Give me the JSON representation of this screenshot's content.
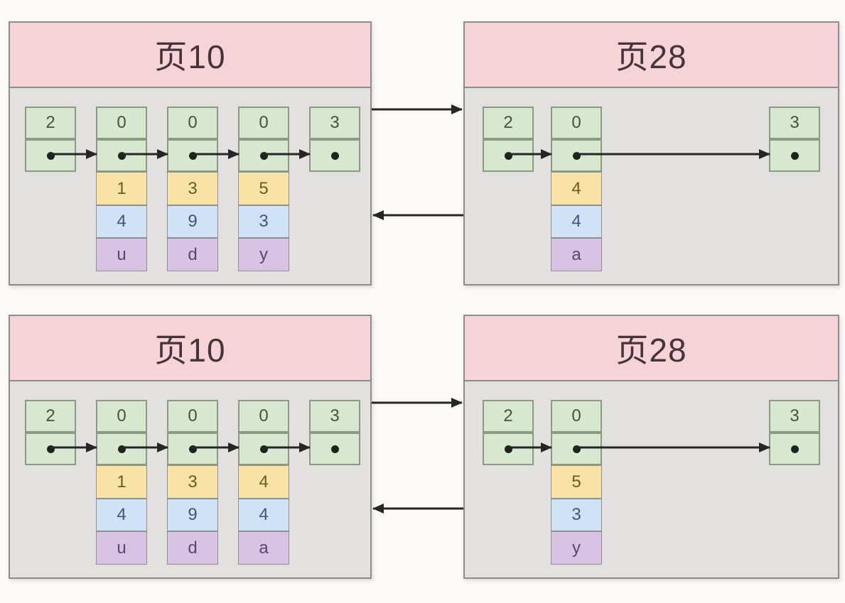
{
  "diagram_title": "InnoDB page record linked-list diagram",
  "colors": {
    "background": "#fbfaf9",
    "page_header_bg": "#f5d3d7",
    "page_header_text": "#46343b",
    "page_body_bg": "#e2e1df",
    "page_border": "#8d8d8d",
    "cell_green": "#d8e7cf",
    "cell_green_border": "#8a9a83",
    "cell_yellow": "#f9e2a6",
    "cell_blue": "#d0e2f6",
    "cell_purple": "#d8c3e5",
    "cell_border_gray": "#8f8f8f",
    "text_green": "#47523f",
    "text_yellow": "#6a5a28",
    "text_blue": "#41547a",
    "text_purple": "#564a66",
    "dot": "#1d241c",
    "arrow": "#262626"
  },
  "rows": [
    {
      "forward_arrow": true,
      "backward_arrow": true,
      "pages": [
        {
          "title": "页10",
          "columns": [
            {
              "cells": [
                {
                  "kind": "green",
                  "text": "2"
                },
                {
                  "kind": "pointer",
                  "text": ""
                }
              ]
            },
            {
              "cells": [
                {
                  "kind": "green",
                  "text": "0"
                },
                {
                  "kind": "pointer",
                  "text": ""
                },
                {
                  "kind": "yellow",
                  "text": "1"
                },
                {
                  "kind": "blue",
                  "text": "4"
                },
                {
                  "kind": "purple",
                  "text": "u"
                }
              ]
            },
            {
              "cells": [
                {
                  "kind": "green",
                  "text": "0"
                },
                {
                  "kind": "pointer",
                  "text": ""
                },
                {
                  "kind": "yellow",
                  "text": "3"
                },
                {
                  "kind": "blue",
                  "text": "9"
                },
                {
                  "kind": "purple",
                  "text": "d"
                }
              ]
            },
            {
              "cells": [
                {
                  "kind": "green",
                  "text": "0"
                },
                {
                  "kind": "pointer",
                  "text": ""
                },
                {
                  "kind": "yellow",
                  "text": "5"
                },
                {
                  "kind": "blue",
                  "text": "3"
                },
                {
                  "kind": "purple",
                  "text": "y"
                }
              ]
            },
            {
              "cells": [
                {
                  "kind": "green",
                  "text": "3"
                },
                {
                  "kind": "pointer",
                  "text": ""
                }
              ]
            }
          ]
        },
        {
          "title": "页28",
          "columns": [
            {
              "cells": [
                {
                  "kind": "green",
                  "text": "2"
                },
                {
                  "kind": "pointer",
                  "text": ""
                }
              ]
            },
            {
              "cells": [
                {
                  "kind": "green",
                  "text": "0"
                },
                {
                  "kind": "pointer",
                  "text": ""
                },
                {
                  "kind": "yellow",
                  "text": "4"
                },
                {
                  "kind": "blue",
                  "text": "4"
                },
                {
                  "kind": "purple",
                  "text": "a"
                }
              ]
            },
            {
              "cells": [
                {
                  "kind": "green",
                  "text": "3"
                },
                {
                  "kind": "pointer",
                  "text": ""
                }
              ]
            }
          ]
        }
      ]
    },
    {
      "forward_arrow": true,
      "backward_arrow": true,
      "pages": [
        {
          "title": "页10",
          "columns": [
            {
              "cells": [
                {
                  "kind": "green",
                  "text": "2"
                },
                {
                  "kind": "pointer",
                  "text": ""
                }
              ]
            },
            {
              "cells": [
                {
                  "kind": "green",
                  "text": "0"
                },
                {
                  "kind": "pointer",
                  "text": ""
                },
                {
                  "kind": "yellow",
                  "text": "1"
                },
                {
                  "kind": "blue",
                  "text": "4"
                },
                {
                  "kind": "purple",
                  "text": "u"
                }
              ]
            },
            {
              "cells": [
                {
                  "kind": "green",
                  "text": "0"
                },
                {
                  "kind": "pointer",
                  "text": ""
                },
                {
                  "kind": "yellow",
                  "text": "3"
                },
                {
                  "kind": "blue",
                  "text": "9"
                },
                {
                  "kind": "purple",
                  "text": "d"
                }
              ]
            },
            {
              "cells": [
                {
                  "kind": "green",
                  "text": "0"
                },
                {
                  "kind": "pointer",
                  "text": ""
                },
                {
                  "kind": "yellow",
                  "text": "4"
                },
                {
                  "kind": "blue",
                  "text": "4"
                },
                {
                  "kind": "purple",
                  "text": "a"
                }
              ]
            },
            {
              "cells": [
                {
                  "kind": "green",
                  "text": "3"
                },
                {
                  "kind": "pointer",
                  "text": ""
                }
              ]
            }
          ]
        },
        {
          "title": "页28",
          "columns": [
            {
              "cells": [
                {
                  "kind": "green",
                  "text": "2"
                },
                {
                  "kind": "pointer",
                  "text": ""
                }
              ]
            },
            {
              "cells": [
                {
                  "kind": "green",
                  "text": "0"
                },
                {
                  "kind": "pointer",
                  "text": ""
                },
                {
                  "kind": "yellow",
                  "text": "5"
                },
                {
                  "kind": "blue",
                  "text": "3"
                },
                {
                  "kind": "purple",
                  "text": "y"
                }
              ]
            },
            {
              "cells": [
                {
                  "kind": "green",
                  "text": "3"
                },
                {
                  "kind": "pointer",
                  "text": ""
                }
              ]
            }
          ]
        }
      ]
    }
  ]
}
